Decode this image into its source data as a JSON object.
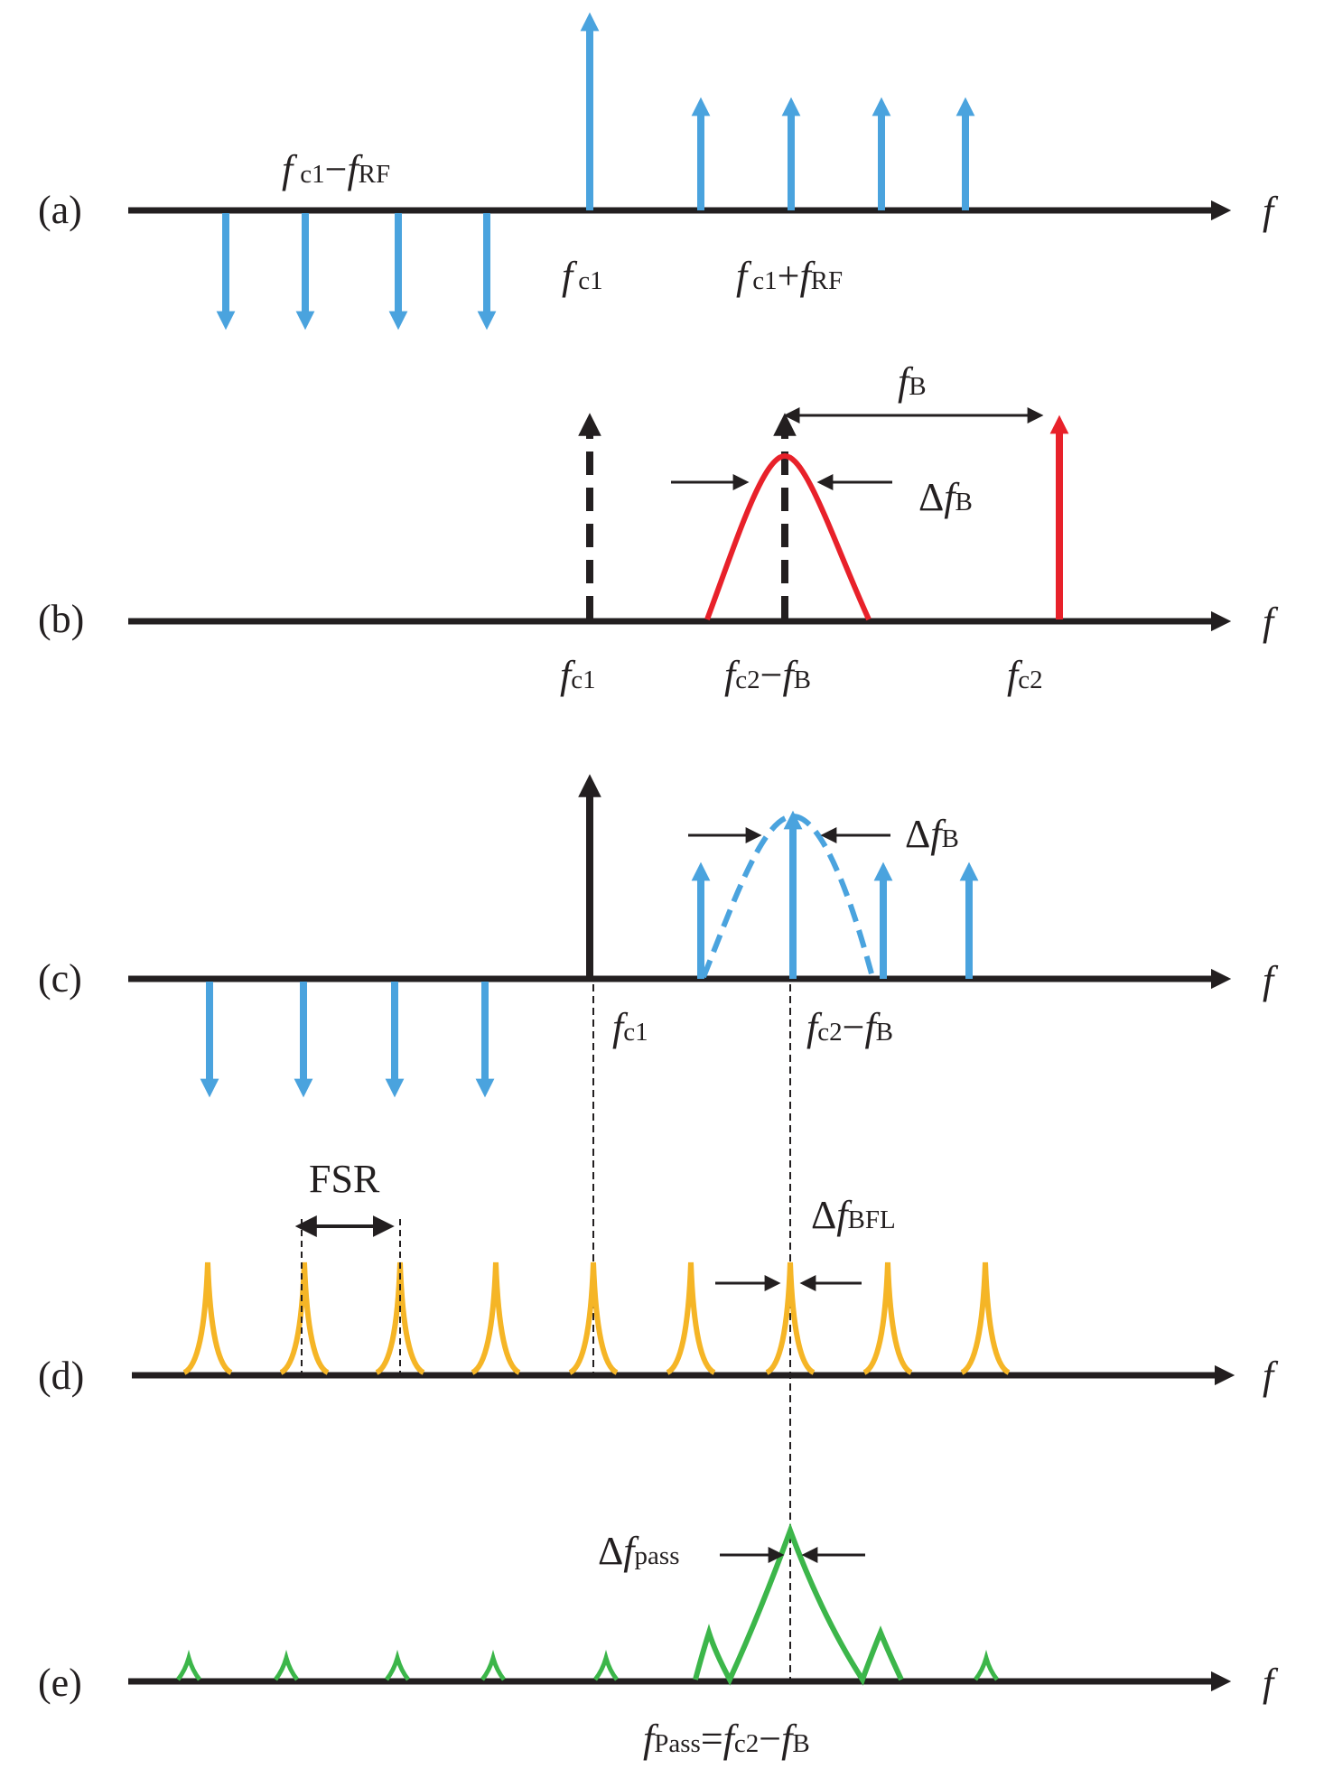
{
  "colors": {
    "axis": "#231f20",
    "blue": "#4aa3de",
    "red": "#e8212a",
    "orange": "#f5b526",
    "green": "#3cb64a"
  },
  "panels": {
    "a": {
      "tag": "(a)",
      "axis_symbol": "f",
      "lower_label": {
        "f": "f",
        "sub": "c1",
        "op": "−",
        "f2": "f",
        "sub2": "RF"
      },
      "carrier_label": {
        "f": "f",
        "sub": "c1"
      },
      "upper_label": {
        "f": "f",
        "sub": "c1",
        "op": "+",
        "f2": "f",
        "sub2": "RF"
      }
    },
    "b": {
      "tag": "(b)",
      "axis_symbol": "f",
      "fB_label": {
        "f": "f",
        "sub": "B"
      },
      "dfB_label": {
        "delta": "Δ",
        "f": "f",
        "sub": "B"
      },
      "fc1_label": {
        "f": "f",
        "sub": "c1"
      },
      "stokes_label": {
        "f": "f",
        "sub": "c2",
        "op": "−",
        "f2": "f",
        "sub2": "B"
      },
      "fc2_label": {
        "f": "f",
        "sub": "c2"
      }
    },
    "c": {
      "tag": "(c)",
      "axis_symbol": "f",
      "dfB_label": {
        "delta": "Δ",
        "f": "f",
        "sub": "B"
      },
      "fc1_label": {
        "f": "f",
        "sub": "c1"
      },
      "stokes_label": {
        "f": "f",
        "sub": "c2",
        "op": "−",
        "f2": "f",
        "sub2": "B"
      }
    },
    "d": {
      "tag": "(d)",
      "axis_symbol": "f",
      "fsr_label": "FSR",
      "dfBFL_label": {
        "delta": "Δ",
        "f": "f",
        "sub": "BFL"
      }
    },
    "e": {
      "tag": "(e)",
      "axis_symbol": "f",
      "dfpass_label": {
        "delta": "Δ",
        "f": "f",
        "sub": "pass"
      },
      "fpass_label": {
        "f": "f",
        "sub": "Pass",
        "op": "=",
        "f2": "f",
        "sub2": "c2",
        "op2": "−",
        "f3": "f",
        "sub3": "B"
      }
    }
  }
}
